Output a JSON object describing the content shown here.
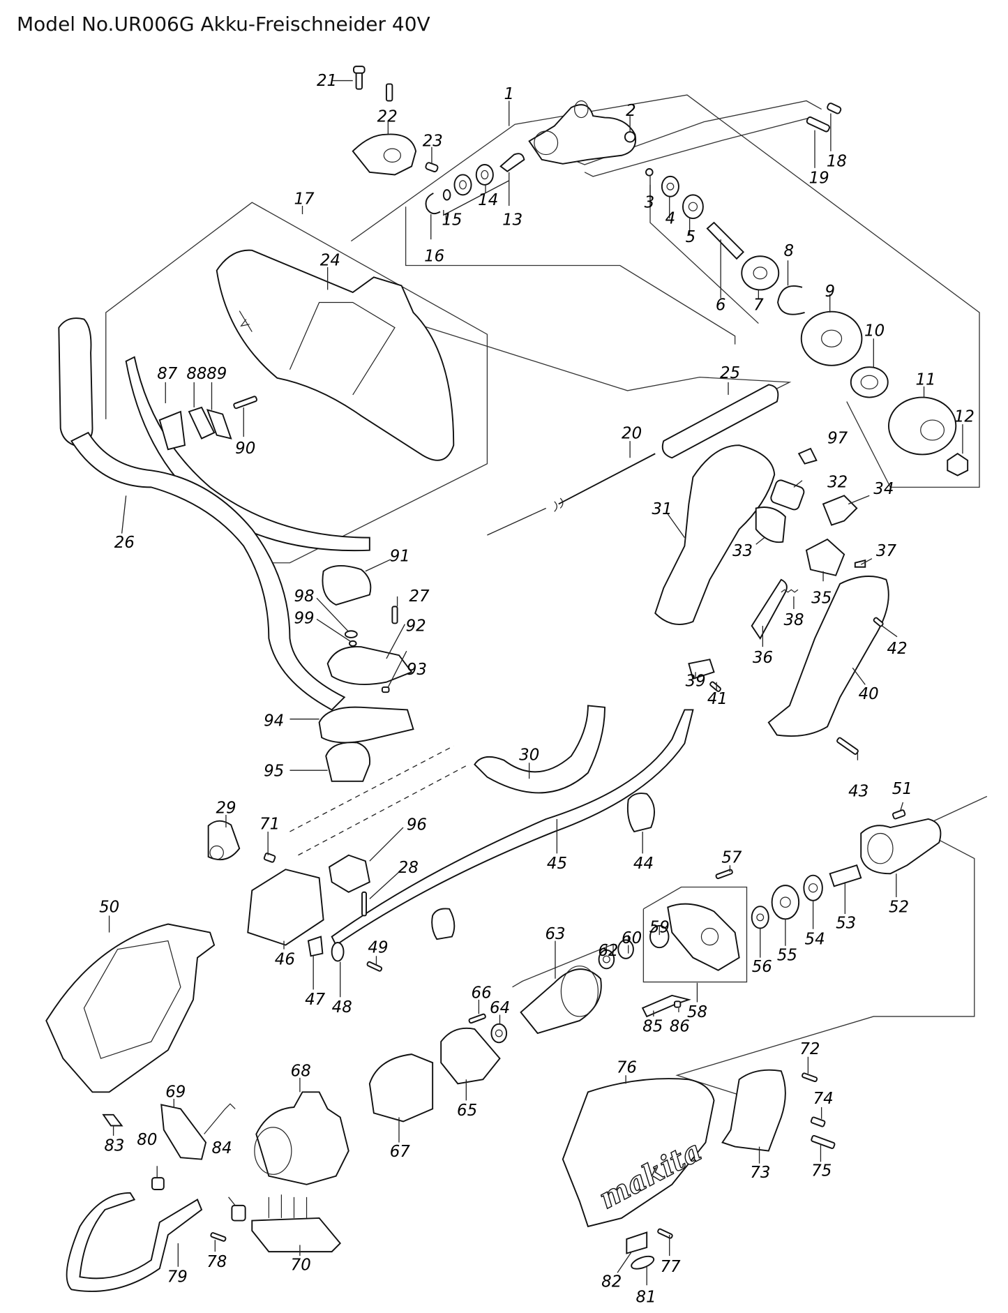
{
  "header": {
    "title": "Model No.UR006G Akku-Freischneider 40V"
  },
  "diagram": {
    "type": "exploded-parts-diagram",
    "brand_marking": "makita",
    "part_labels": [
      "1",
      "2",
      "3",
      "4",
      "5",
      "6",
      "7",
      "8",
      "9",
      "10",
      "11",
      "12",
      "13",
      "14",
      "15",
      "16",
      "17",
      "18",
      "19",
      "20",
      "21",
      "22",
      "23",
      "24",
      "25",
      "26",
      "27",
      "28",
      "29",
      "30",
      "31",
      "32",
      "33",
      "34",
      "35",
      "36",
      "37",
      "38",
      "39",
      "40",
      "41",
      "42",
      "43",
      "44",
      "45",
      "46",
      "47",
      "48",
      "49",
      "50",
      "51",
      "52",
      "53",
      "54",
      "55",
      "56",
      "57",
      "58",
      "59",
      "60",
      "62",
      "63",
      "64",
      "65",
      "66",
      "67",
      "68",
      "69",
      "70",
      "71",
      "72",
      "73",
      "74",
      "75",
      "76",
      "77",
      "78",
      "79",
      "80",
      "81",
      "82",
      "83",
      "84",
      "85",
      "86",
      "87",
      "88",
      "89",
      "90",
      "91",
      "92",
      "93",
      "94",
      "95",
      "96",
      "97",
      "98",
      "99"
    ],
    "labels": {
      "p1": "1",
      "p2": "2",
      "p3": "3",
      "p4": "4",
      "p5": "5",
      "p6": "6",
      "p7": "7",
      "p8": "8",
      "p9": "9",
      "p10": "10",
      "p11": "11",
      "p12": "12",
      "p13": "13",
      "p14": "14",
      "p15": "15",
      "p16": "16",
      "p17": "17",
      "p18": "18",
      "p19": "19",
      "p20": "20",
      "p21": "21",
      "p22": "22",
      "p23": "23",
      "p24": "24",
      "p25": "25",
      "p26": "26",
      "p27": "27",
      "p28": "28",
      "p29": "29",
      "p30": "30",
      "p31": "31",
      "p32": "32",
      "p33": "33",
      "p34": "34",
      "p35": "35",
      "p36": "36",
      "p37": "37",
      "p38": "38",
      "p39": "39",
      "p40": "40",
      "p41": "41",
      "p42": "42",
      "p43": "43",
      "p44": "44",
      "p45": "45",
      "p46": "46",
      "p47": "47",
      "p48": "48",
      "p49": "49",
      "p50": "50",
      "p51": "51",
      "p52": "52",
      "p53": "53",
      "p54": "54",
      "p55": "55",
      "p56": "56",
      "p57": "57",
      "p58": "58",
      "p59": "59",
      "p60": "60",
      "p62": "62",
      "p63": "63",
      "p64": "64",
      "p65": "65",
      "p66": "66",
      "p67": "67",
      "p68": "68",
      "p69": "69",
      "p70": "70",
      "p71": "71",
      "p72": "72",
      "p73": "73",
      "p74": "74",
      "p75": "75",
      "p76": "76",
      "p77": "77",
      "p78": "78",
      "p79": "79",
      "p80": "80",
      "p81": "81",
      "p82": "82",
      "p83": "83",
      "p84": "84",
      "p85": "85",
      "p86": "86",
      "p87": "87",
      "p88": "88",
      "p89": "89",
      "p90": "90",
      "p91": "91",
      "p92": "92",
      "p93": "93",
      "p94": "94",
      "p95": "95",
      "p96": "96",
      "p97": "97",
      "p98": "98",
      "p99": "99"
    }
  }
}
